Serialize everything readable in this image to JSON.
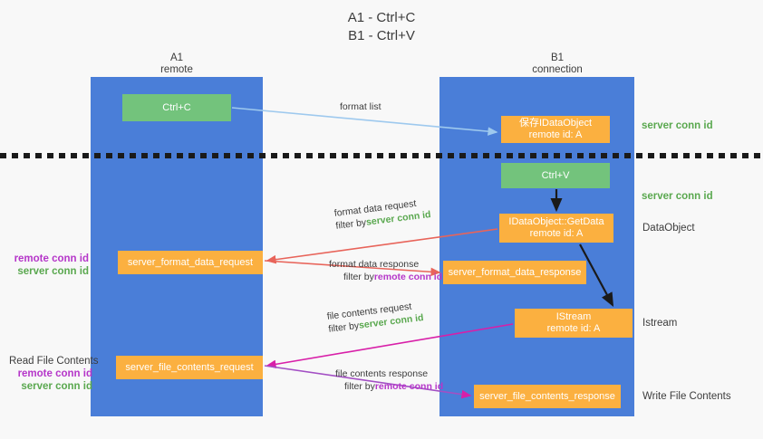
{
  "diagram": {
    "title_line1": "A1 - Ctrl+C",
    "title_line2": "B1 - Ctrl+V",
    "colors": {
      "lane": "#4a7ed8",
      "green_node": "#73c37c",
      "orange_node": "#fbb040",
      "server_conn_id": "#5aa84f",
      "remote_conn_id": "#b536c9",
      "background": "#f8f8f8",
      "separator": "#1a1a1a"
    },
    "columns": [
      {
        "name": "A1",
        "sub": "remote"
      },
      {
        "name": "B1",
        "sub": "connection"
      }
    ],
    "nodes": {
      "ctrl_c": {
        "label": "Ctrl+C"
      },
      "save_idataobject": {
        "line1": "保存IDataObject",
        "line2": "remote id: A"
      },
      "ctrl_v": {
        "label": "Ctrl+V"
      },
      "getdata": {
        "line1": "IDataObject::GetData",
        "line2": "remote id: A"
      },
      "format_data_request": {
        "label": "server_format_data_request"
      },
      "format_data_response": {
        "label": "server_format_data_response"
      },
      "istream": {
        "line1": "IStream",
        "line2": "remote id: A"
      },
      "file_contents_request": {
        "label": "server_file_contents_request"
      },
      "file_contents_response": {
        "label": "server_file_contents_response"
      }
    },
    "edge_labels": {
      "format_list": "format list",
      "format_data_request": {
        "line1": "format data request",
        "filter_prefix": "filter by ",
        "filter_value": "server conn id"
      },
      "format_data_response": {
        "line1": "format data response",
        "filter_prefix": "filter by ",
        "filter_value": "remote conn id"
      },
      "file_contents_request": {
        "line1": "file contents request",
        "filter_prefix": "filter by ",
        "filter_value": "server conn id"
      },
      "file_contents_response": {
        "line1": "file contents response",
        "filter_prefix": "filter by ",
        "filter_value": "remote conn id"
      }
    },
    "right_labels": {
      "server_conn_id_top": "server conn id",
      "server_conn_id_mid": "server conn id",
      "dataobject": "DataObject",
      "istream": "Istream",
      "write_file_contents": "Write File Contents"
    },
    "left_labels": {
      "remote_conn_id_1": "remote conn id",
      "server_conn_id_1": "server conn id",
      "read_file_contents": "Read File Contents",
      "remote_conn_id_2": "remote conn id",
      "server_conn_id_2": "server conn id"
    }
  }
}
